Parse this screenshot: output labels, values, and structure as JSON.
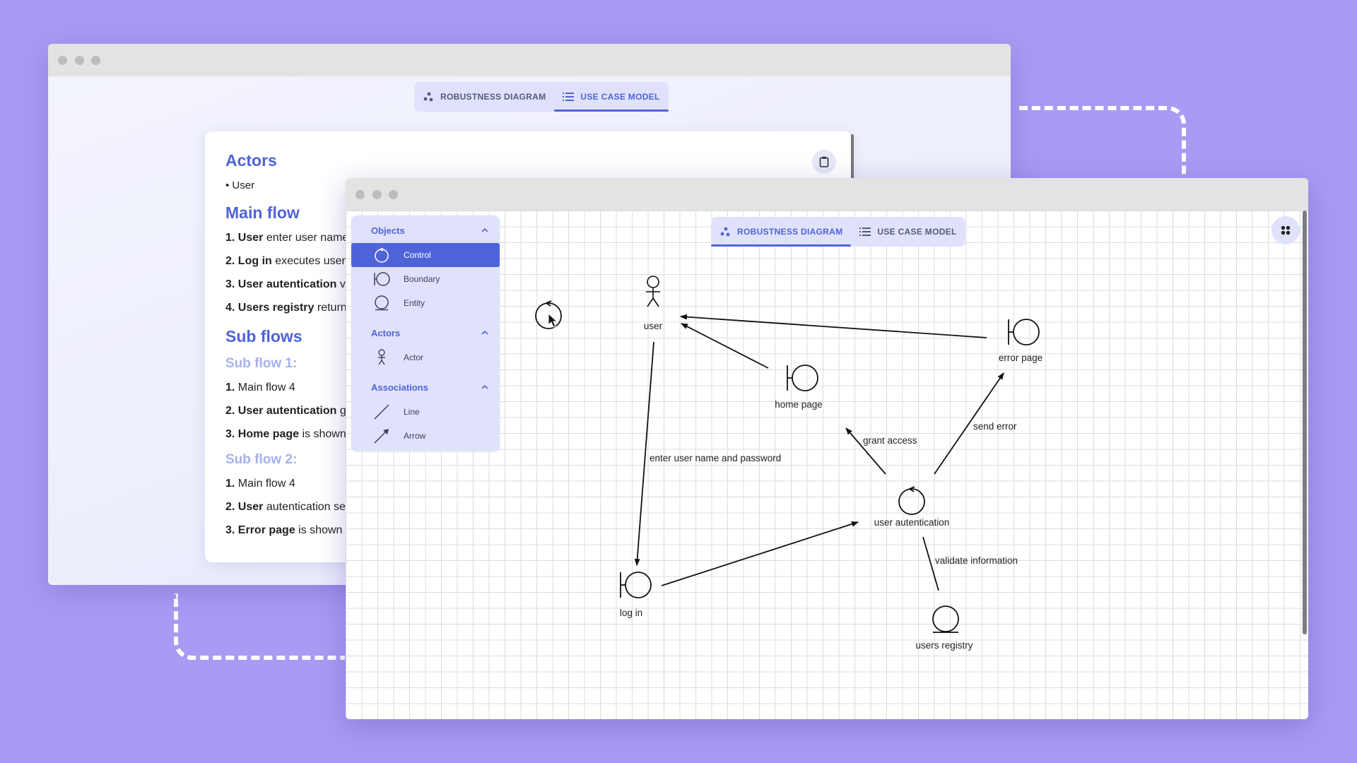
{
  "tabs": {
    "robustness_label": "ROBUSTNESS DIAGRAM",
    "use_case_label": "USE CASE MODEL"
  },
  "use_case_doc": {
    "actors_heading": "Actors",
    "actors": [
      "User"
    ],
    "main_flow_heading": "Main flow",
    "main_flow": [
      {
        "num": "1.",
        "bold": "User",
        "text": " enter user name"
      },
      {
        "num": "2.",
        "bold": "Log in",
        "text": " executes user"
      },
      {
        "num": "3.",
        "bold": "User autentication",
        "text": " va"
      },
      {
        "num": "4.",
        "bold": "Users registry",
        "text": " returns"
      }
    ],
    "sub_flows_heading": "Sub flows",
    "sub_flow_1_heading": "Sub flow 1:",
    "sub_flow_1": [
      {
        "num": "1.",
        "bold": "",
        "text": "Main flow 4"
      },
      {
        "num": "2.",
        "bold": "User autentication",
        "text": " gr"
      },
      {
        "num": "3.",
        "bold": "Home page",
        "text": " is shown"
      }
    ],
    "sub_flow_2_heading": "Sub flow 2:",
    "sub_flow_2": [
      {
        "num": "1.",
        "bold": "",
        "text": "Main flow 4"
      },
      {
        "num": "2.",
        "bold": "User",
        "text": " autentication se"
      },
      {
        "num": "3.",
        "bold": "Error page",
        "text": " is shown t"
      }
    ],
    "copy_icon": "clipboard-icon"
  },
  "palette": {
    "objects_heading": "Objects",
    "objects": [
      {
        "label": "Control",
        "icon": "control-icon",
        "selected": true
      },
      {
        "label": "Boundary",
        "icon": "boundary-icon",
        "selected": false
      },
      {
        "label": "Entity",
        "icon": "entity-icon",
        "selected": false
      }
    ],
    "actors_heading": "Actors",
    "actors": [
      {
        "label": "Actor",
        "icon": "actor-icon"
      }
    ],
    "associations_heading": "Associations",
    "associations": [
      {
        "label": "Line",
        "icon": "line-icon"
      },
      {
        "label": "Arrow",
        "icon": "arrow-icon"
      }
    ]
  },
  "diagram": {
    "nodes": [
      {
        "id": "user",
        "type": "actor",
        "label": "user"
      },
      {
        "id": "error_page",
        "type": "boundary",
        "label": "error page"
      },
      {
        "id": "home_page",
        "type": "boundary",
        "label": "home page"
      },
      {
        "id": "user_autentication",
        "type": "control",
        "label": "user autentication"
      },
      {
        "id": "log_in",
        "type": "boundary",
        "label": "log in"
      },
      {
        "id": "users_registry",
        "type": "entity",
        "label": "users registry"
      }
    ],
    "edges": [
      {
        "from": "error_page",
        "to": "user",
        "arrow": true,
        "label": ""
      },
      {
        "from": "home_page",
        "to": "user",
        "arrow": true,
        "label": ""
      },
      {
        "from": "user",
        "to": "log_in",
        "arrow": true,
        "label": "enter user name and password"
      },
      {
        "from": "user_autentication",
        "to": "home_page",
        "arrow": true,
        "label": "grant access"
      },
      {
        "from": "user_autentication",
        "to": "error_page",
        "arrow": true,
        "label": "send error"
      },
      {
        "from": "log_in",
        "to": "user_autentication",
        "arrow": true,
        "label": ""
      },
      {
        "from": "user_autentication",
        "to": "users_registry",
        "arrow": false,
        "label": "validate information"
      }
    ]
  },
  "colors": {
    "background": "#a99bf3",
    "accent": "#4f63d9",
    "accent_light": "#a6b1ea",
    "panel": "#dfe2fa"
  }
}
